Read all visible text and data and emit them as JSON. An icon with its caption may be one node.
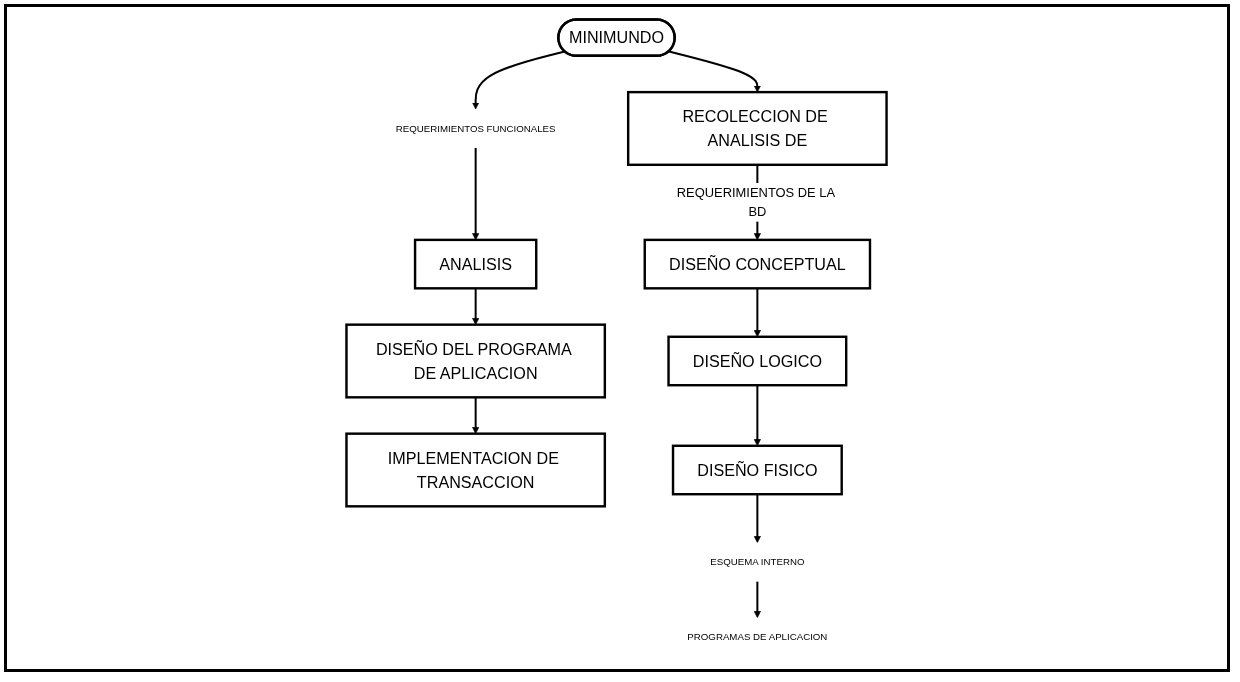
{
  "diagram": {
    "nodes": [
      {
        "text": [
          "MINIMUNDO"
        ]
      },
      {
        "text": [
          "REQUERIMIENTOS FUNCIONALES"
        ]
      },
      {
        "text": [
          "ANALISIS"
        ]
      },
      {
        "text": [
          "RECOLECCION DE ANALISIS DE"
        ]
      },
      {
        "text": [
          "DISEÑO CONCEPTUAL"
        ]
      },
      {
        "text": [
          "DISEÑO DEL PROGRAMA DE APLICACION"
        ]
      },
      {
        "text": [
          "DISEÑO LOGICO"
        ]
      },
      {
        "text": [
          "IMPLEMENTACION DE TRANSACCION"
        ]
      },
      {
        "text": [
          "DISEÑO FISICO"
        ]
      },
      {
        "text": [
          "ESQUEMA INTERNO"
        ]
      },
      {
        "text": [
          "PROGRAMAS DE APLICACION"
        ]
      }
    ],
    "edges": [
      {
        "from": 0,
        "to": 1,
        "arrow": "to"
      },
      {
        "from": 1,
        "to": 2,
        "arrow": "to"
      },
      {
        "from": 0,
        "to": 3,
        "arrow": "to"
      },
      {
        "from": 3,
        "to": 4,
        "arrow": "to",
        "label": "REQUERIMIENTOS DE LA BD"
      },
      {
        "from": 2,
        "to": 5,
        "arrow": "to"
      },
      {
        "from": 4,
        "to": 6,
        "arrow": "to"
      },
      {
        "from": 5,
        "to": 7,
        "arrow": "to"
      },
      {
        "from": 6,
        "to": 8,
        "arrow": "to"
      },
      {
        "from": 8,
        "to": 9,
        "arrow": "to"
      },
      {
        "from": 9,
        "to": 10,
        "arrow": "to"
      }
    ]
  }
}
